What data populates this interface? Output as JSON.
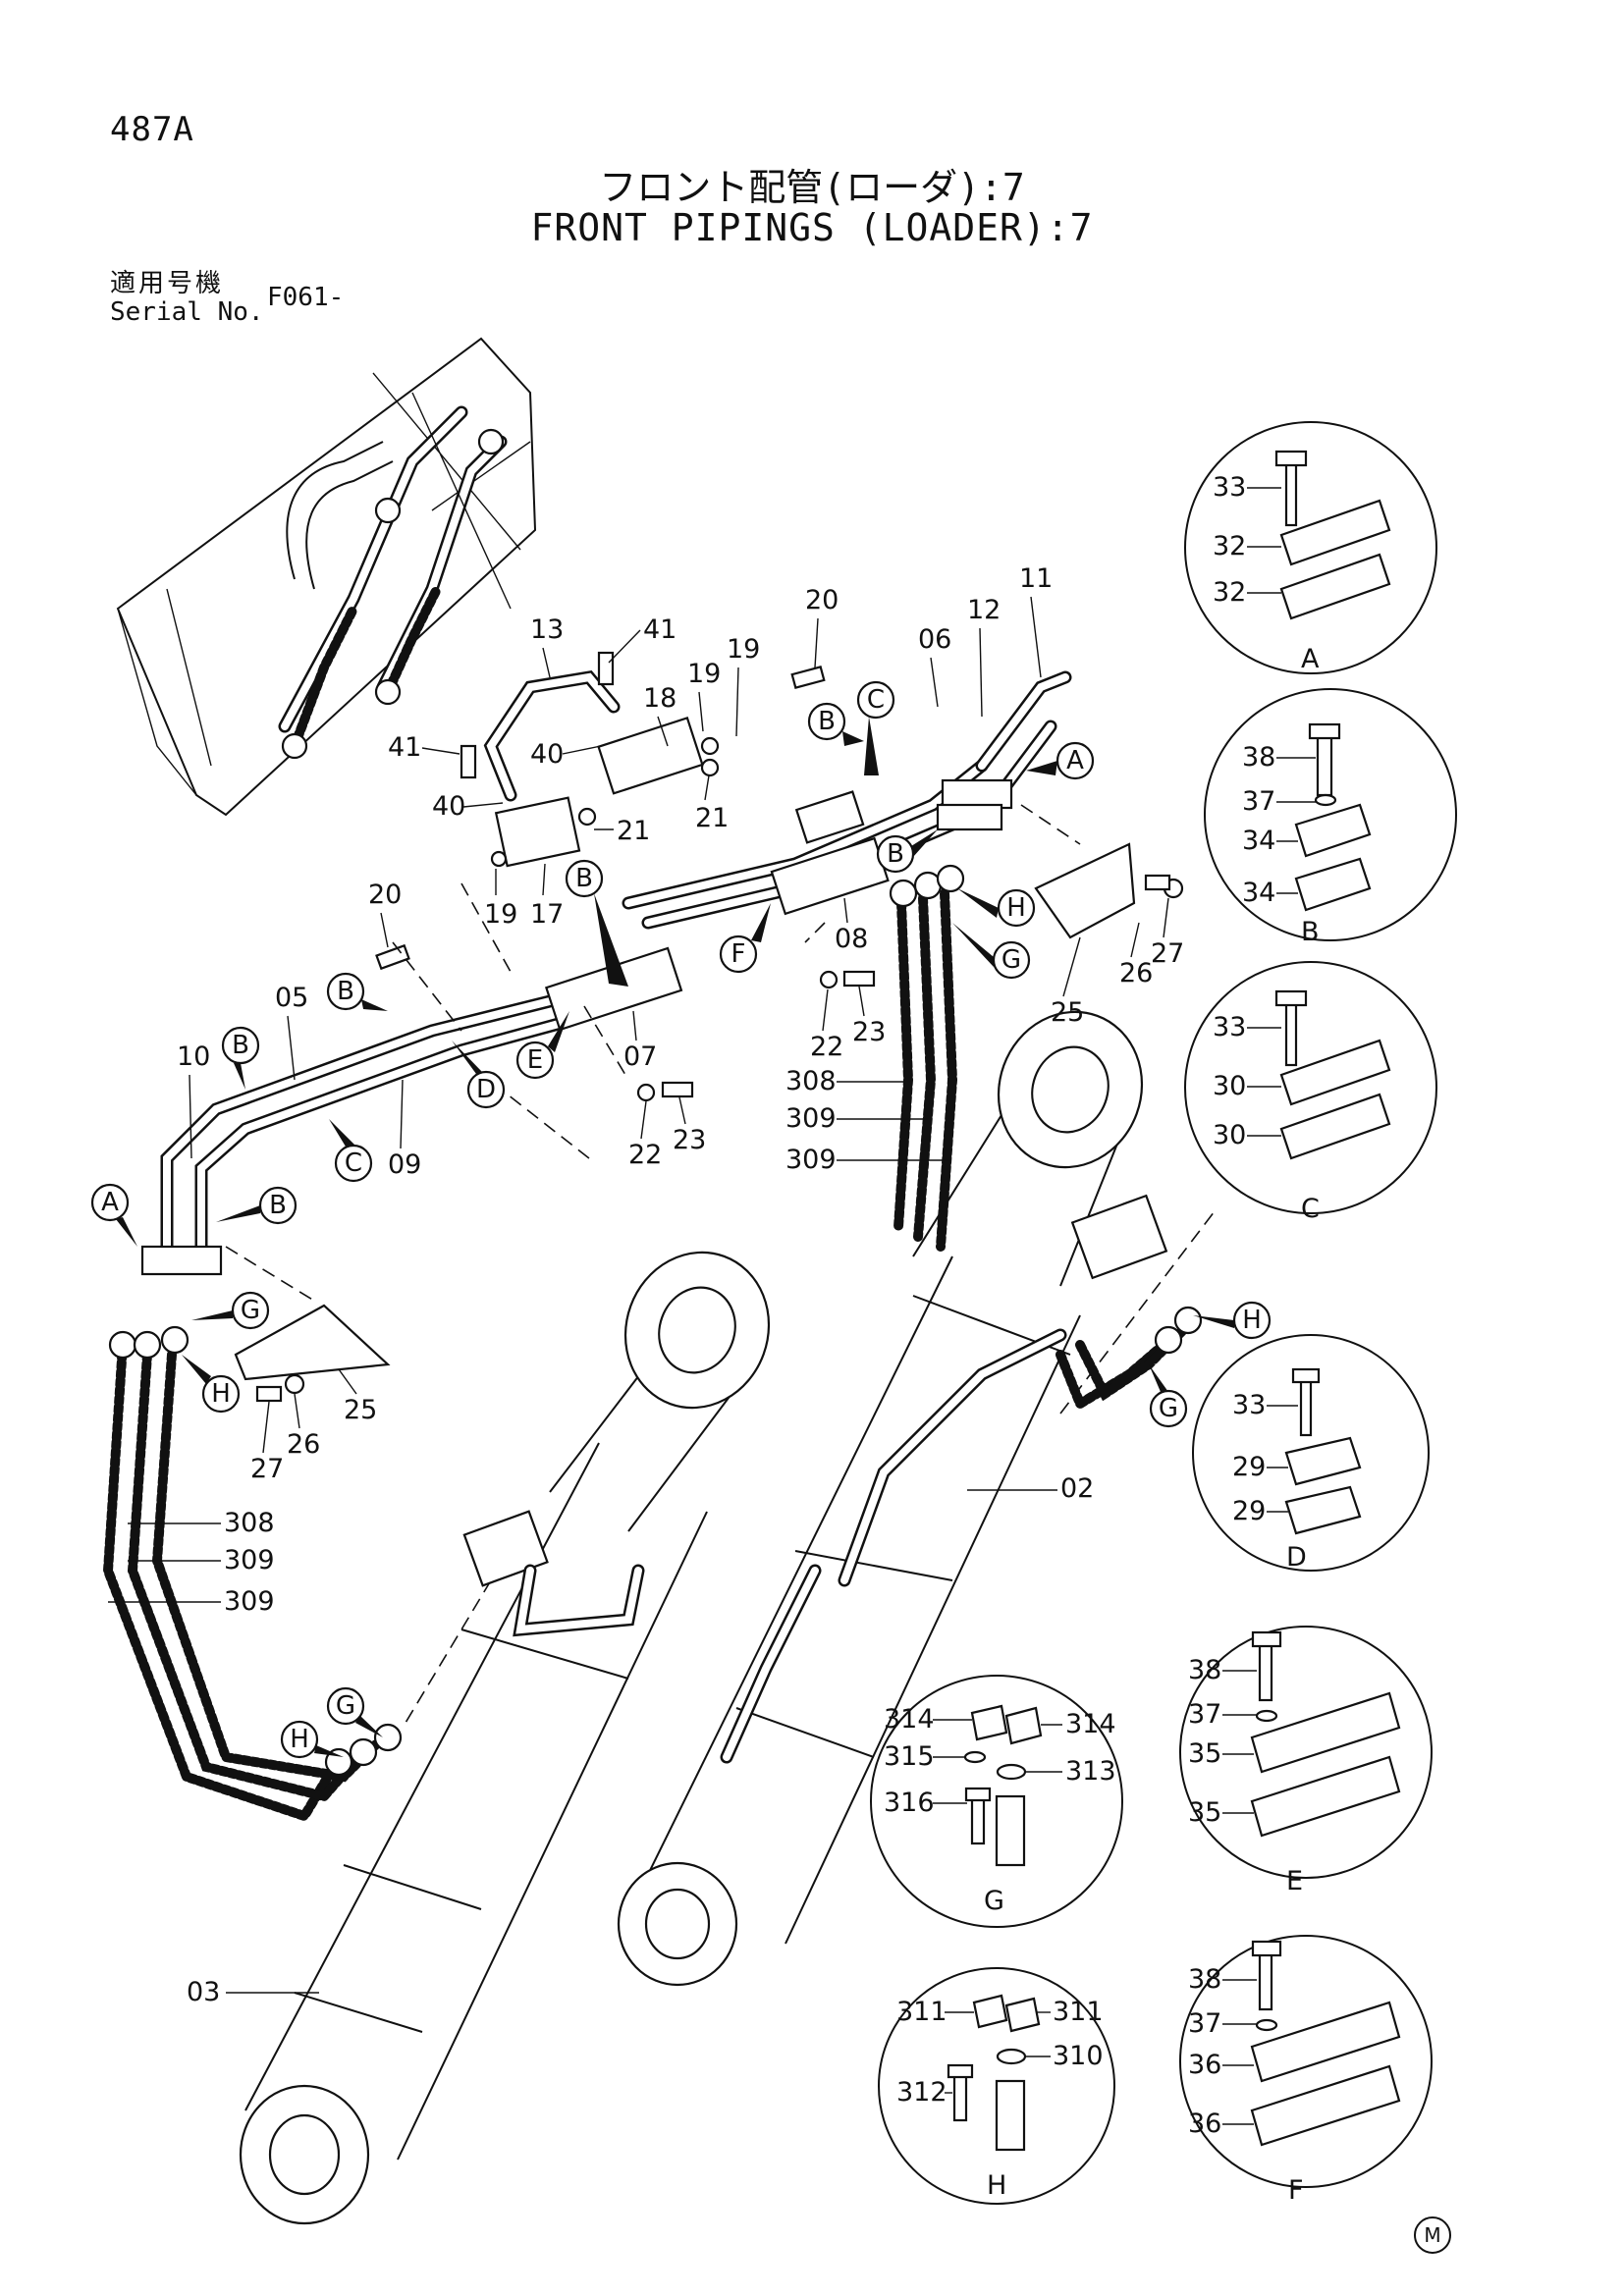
{
  "header": {
    "page_number": "487A",
    "title_jp": "フロント配管(ローダ):7",
    "title_en": "FRONT PIPINGS (LOADER):7",
    "serial_label_jp": "適用号機",
    "serial_label_en": "Serial No.",
    "serial_value": "F061-"
  },
  "footer": {
    "mark": "M"
  },
  "callouts": {
    "p41a": "41",
    "p41b": "41",
    "p13": "13",
    "p18": "18",
    "p19a": "19",
    "p19b": "19",
    "p19c": "19",
    "p40a": "40",
    "p40b": "40",
    "p21a": "21",
    "p21b": "21",
    "p17": "17",
    "p20a": "20",
    "p20b": "20",
    "p06": "06",
    "p12": "12",
    "p11": "11",
    "p08": "08",
    "p25a": "25",
    "p25b": "25",
    "p26a": "26",
    "p26b": "26",
    "p27a": "27",
    "p27b": "27",
    "p05": "05",
    "p07": "07",
    "p09": "09",
    "p10": "10",
    "p22a": "22",
    "p22b": "22",
    "p23a": "23",
    "p23b": "23",
    "p308a": "308",
    "p309a": "309",
    "p309b": "309",
    "p308b": "308",
    "p309c": "309",
    "p309d": "309",
    "p02": "02",
    "p03": "03"
  },
  "letter_tags": {
    "tB1": "B",
    "tC1": "C",
    "tA1": "A",
    "tB2": "B",
    "tH1": "H",
    "tG1": "G",
    "tB3": "B",
    "tF1": "F",
    "tB4": "B",
    "tE1": "E",
    "tD1": "D",
    "tB5": "B",
    "tC2": "C",
    "tA2": "A",
    "tB6": "B",
    "tG2": "G",
    "tH2": "H",
    "tH3": "H",
    "tG3": "G",
    "tG4": "G",
    "tH4": "H"
  },
  "details": {
    "A": {
      "label": "A",
      "parts": [
        "33",
        "32",
        "32"
      ]
    },
    "B": {
      "label": "B",
      "parts": [
        "38",
        "37",
        "34",
        "34"
      ]
    },
    "C": {
      "label": "C",
      "parts": [
        "33",
        "30",
        "30"
      ]
    },
    "D": {
      "label": "D",
      "parts": [
        "33",
        "29",
        "29"
      ]
    },
    "E": {
      "label": "E",
      "parts": [
        "38",
        "37",
        "35",
        "35"
      ]
    },
    "F": {
      "label": "F",
      "parts": [
        "38",
        "37",
        "36",
        "36"
      ]
    },
    "G": {
      "label": "G",
      "parts": [
        "314",
        "314",
        "315",
        "313",
        "316"
      ]
    },
    "H": {
      "label": "H",
      "parts": [
        "311",
        "311",
        "310",
        "312"
      ]
    }
  }
}
